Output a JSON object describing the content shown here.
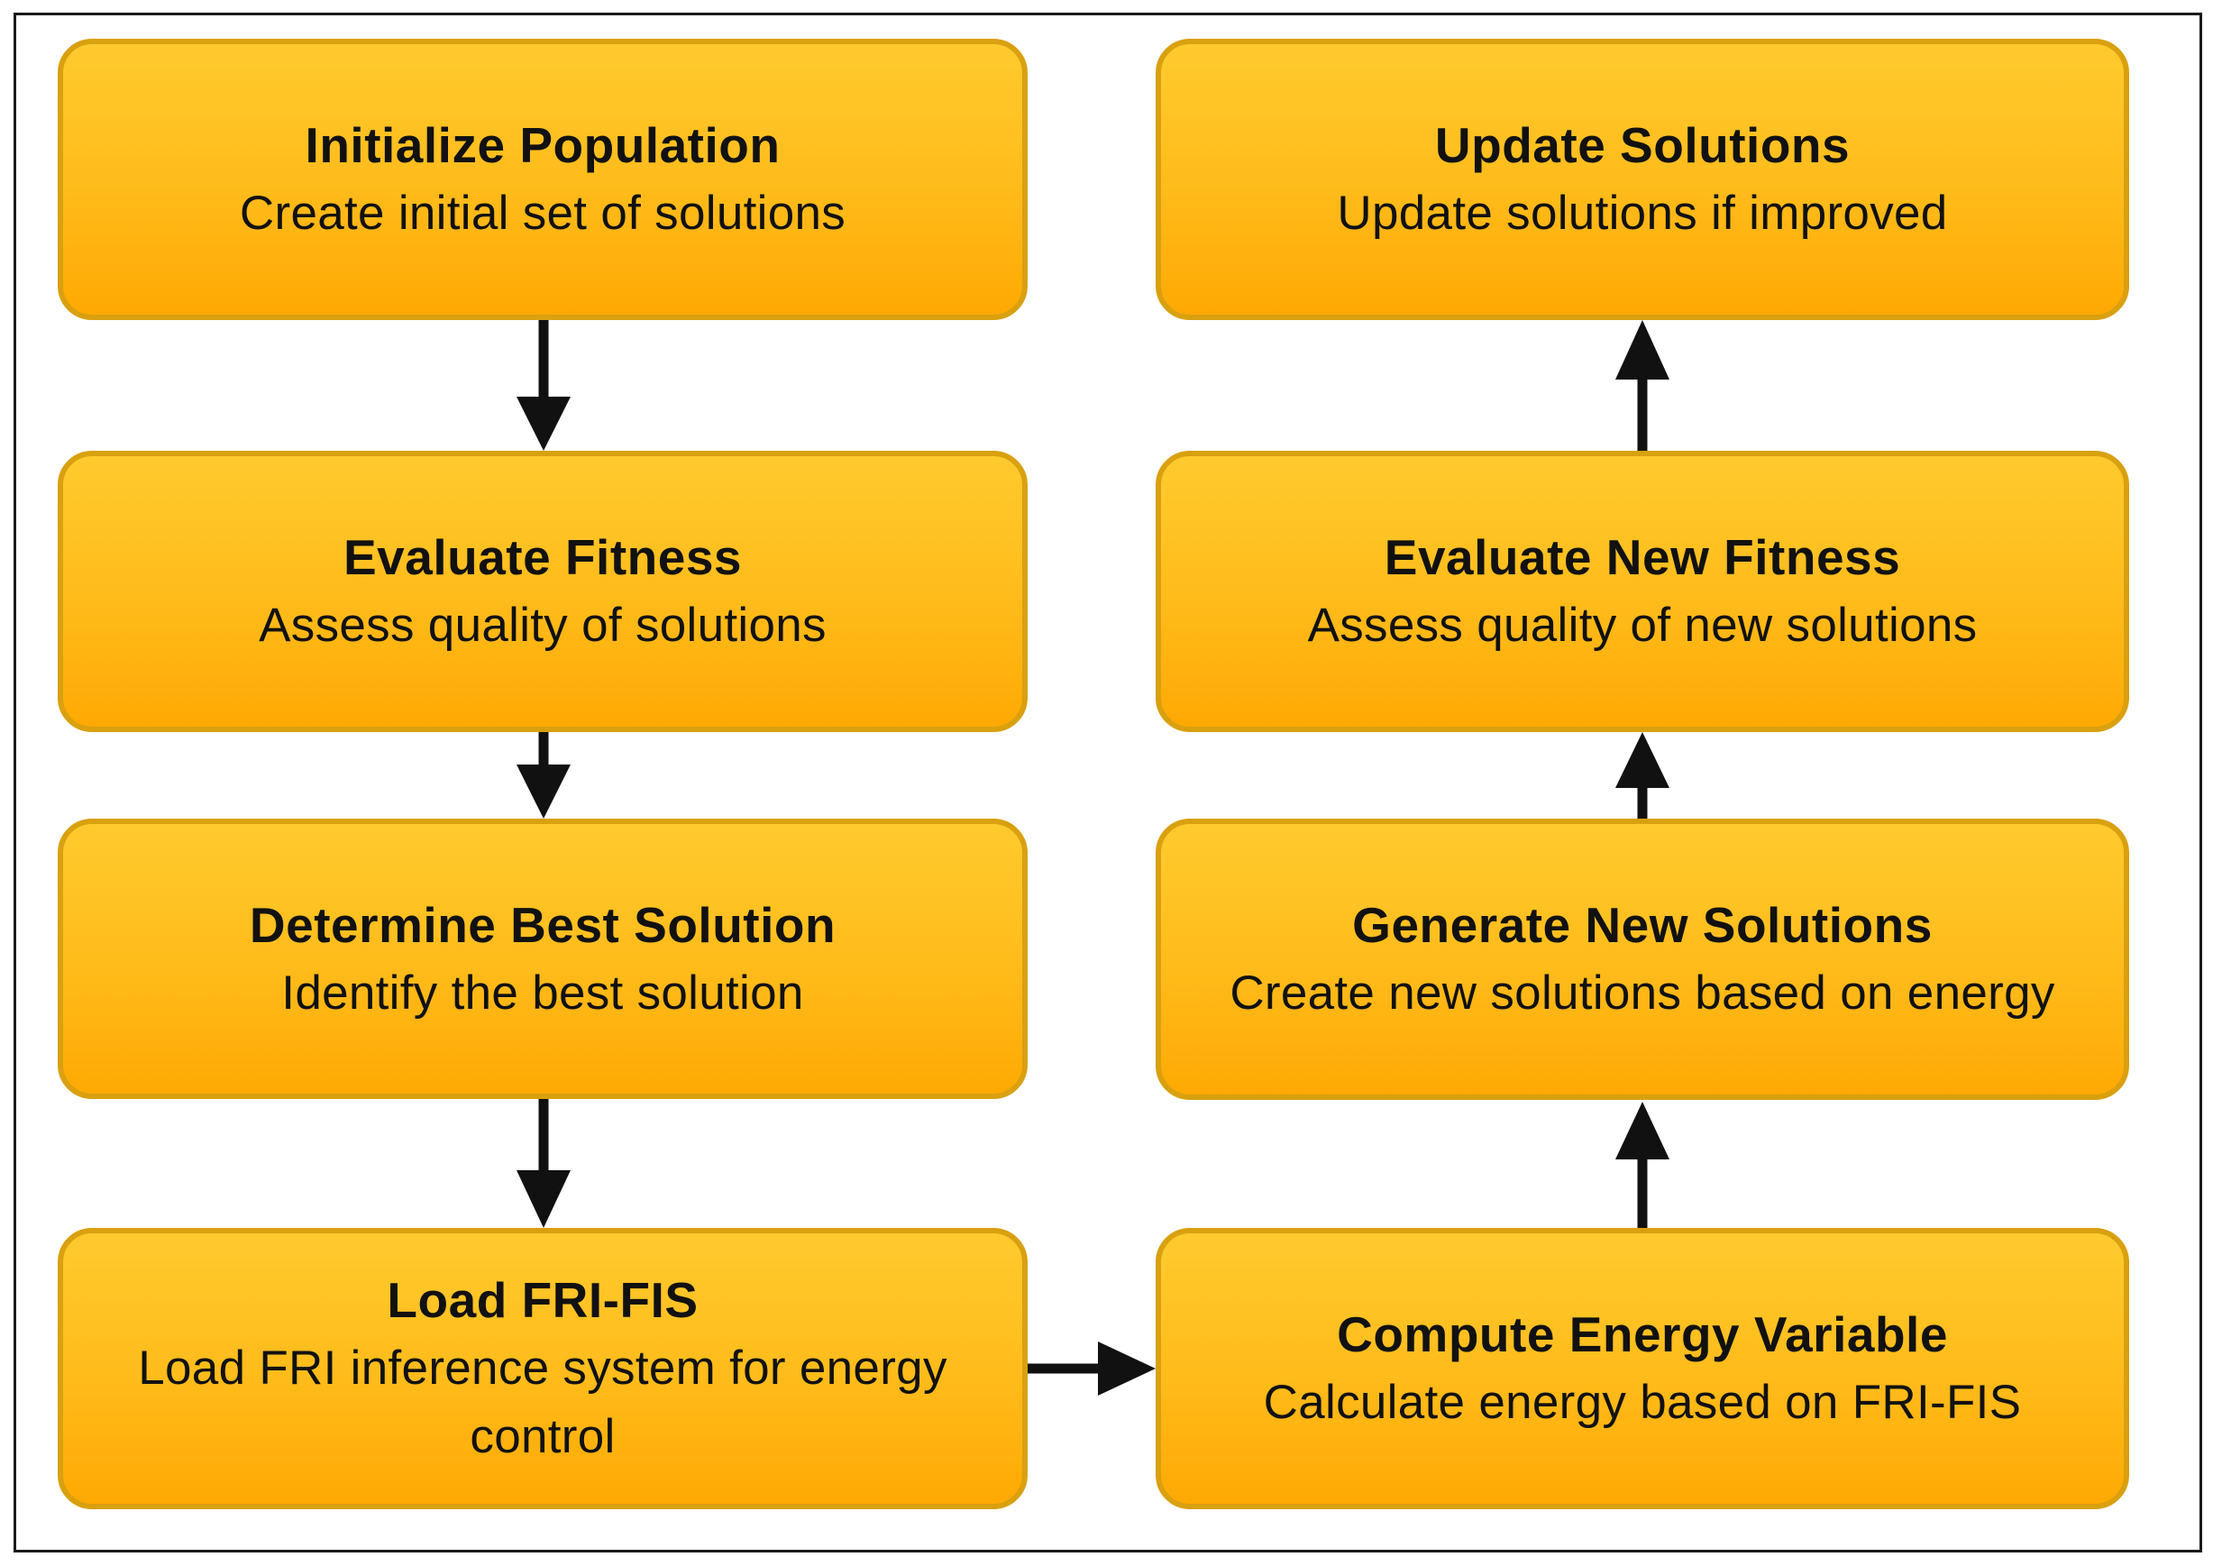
{
  "nodes": [
    {
      "id": "init",
      "title": "Initialize Population",
      "subtitle": "Create initial set of solutions"
    },
    {
      "id": "evalfit",
      "title": "Evaluate Fitness",
      "subtitle": "Assess quality of solutions"
    },
    {
      "id": "best",
      "title": "Determine Best Solution",
      "subtitle": "Identify the best solution"
    },
    {
      "id": "load",
      "title": "Load FRI-FIS",
      "subtitle": "Load FRI inference system for energy control"
    },
    {
      "id": "compute",
      "title": "Compute Energy Variable",
      "subtitle": "Calculate energy based on FRI-FIS"
    },
    {
      "id": "generate",
      "title": "Generate New Solutions",
      "subtitle": "Create new solutions based on energy"
    },
    {
      "id": "evalnew",
      "title": "Evaluate New Fitness",
      "subtitle": "Assess quality of new solutions"
    },
    {
      "id": "update",
      "title": "Update Solutions",
      "subtitle": "Update solutions if improved"
    }
  ],
  "edges": [
    {
      "from": "init",
      "to": "evalfit"
    },
    {
      "from": "evalfit",
      "to": "best"
    },
    {
      "from": "best",
      "to": "load"
    },
    {
      "from": "load",
      "to": "compute"
    },
    {
      "from": "compute",
      "to": "generate"
    },
    {
      "from": "generate",
      "to": "evalnew"
    },
    {
      "from": "evalnew",
      "to": "update"
    }
  ],
  "colors": {
    "box_fill_top": "#ffca2e",
    "box_fill_bottom": "#ffa903",
    "box_border": "#d9a00f",
    "arrow": "#111111",
    "frame": "#1a1a1a"
  }
}
